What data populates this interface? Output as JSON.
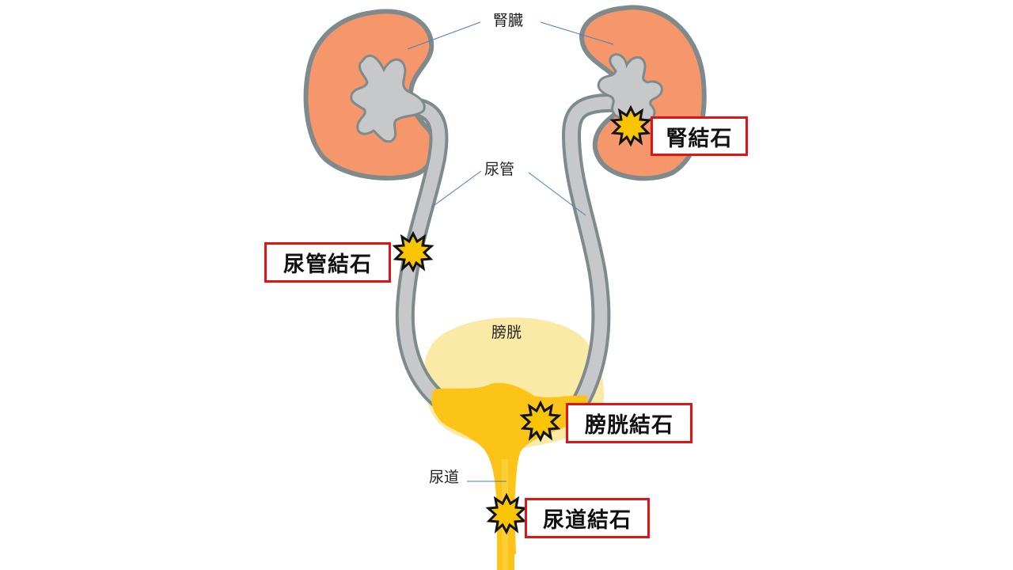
{
  "labels": {
    "kidney": "腎臓",
    "ureter": "尿管",
    "bladder": "膀胱",
    "urethra": "尿道"
  },
  "stone_labels": {
    "kidney_stone": "腎結石",
    "ureter_stone": "尿管結石",
    "bladder_stone": "膀胱結石",
    "urethra_stone": "尿道結石"
  },
  "colors": {
    "kidney": "#f5976a",
    "pelvis_ureter": "#c7c8ca",
    "outline": "#7f8a8c",
    "bladder": "#fbe9a6",
    "urine": "#fcc419",
    "stone": "#f9c400",
    "label_border": "#e01414",
    "leader_line": "#4a7db8"
  }
}
